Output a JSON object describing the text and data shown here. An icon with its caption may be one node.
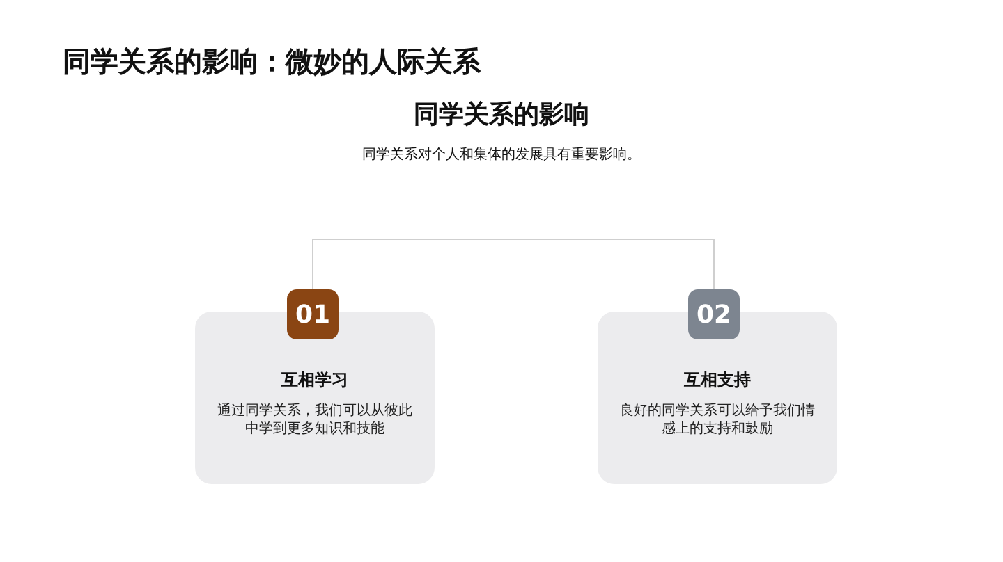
{
  "diagram": {
    "title": "同学关系的影响：微妙的人际关系",
    "nodes": [
      {
        "text": [
          "01"
        ]
      },
      {
        "text": [
          "互相学习",
          "通过同学关系，我们可以从彼此中学到更多知识和技能"
        ]
      },
      {
        "text": [
          "02"
        ]
      },
      {
        "text": [
          "互相支持",
          "良好的同学关系可以给予我们情感上的支持和鼓励"
        ]
      }
    ],
    "edges": [
      {
        "from": 0,
        "to": 2,
        "arrow": "none"
      }
    ],
    "labels": [
      "同学关系的影响",
      "同学关系对个人和集体的发展具有重要影响。"
    ]
  }
}
